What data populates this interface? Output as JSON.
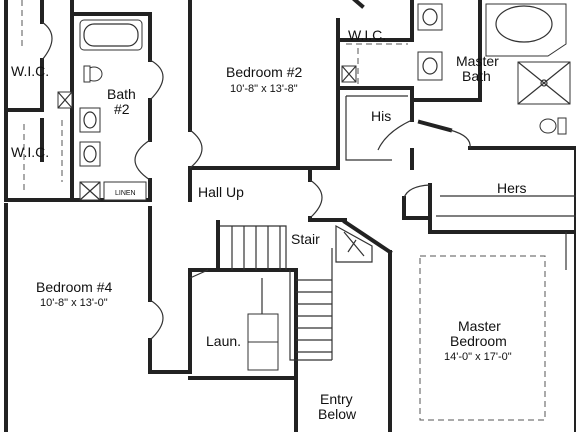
{
  "rooms": {
    "wic_top_left": "W.I.C.",
    "wic_mid_left": "W.I.C.",
    "bath2_line1": "Bath",
    "bath2_line2": "#2",
    "linen": "LINEN",
    "bedroom2_name": "Bedroom #2",
    "bedroom2_dims": "10'-8\" x 13'-8\"",
    "wic_top": "W.I.C.",
    "master_bath_line1": "Master",
    "master_bath_line2": "Bath",
    "his": "His",
    "hers": "Hers",
    "hall": "Hall Up",
    "stair": "Stair",
    "bedroom4_name": "Bedroom #4",
    "bedroom4_dims": "10'-8\" x 13'-0\"",
    "laundry": "Laun.",
    "master_bedroom_line1": "Master",
    "master_bedroom_line2": "Bedroom",
    "master_bedroom_dims": "14'-0\" x 17'-0\"",
    "entry_line1": "Entry",
    "entry_line2": "Below"
  }
}
